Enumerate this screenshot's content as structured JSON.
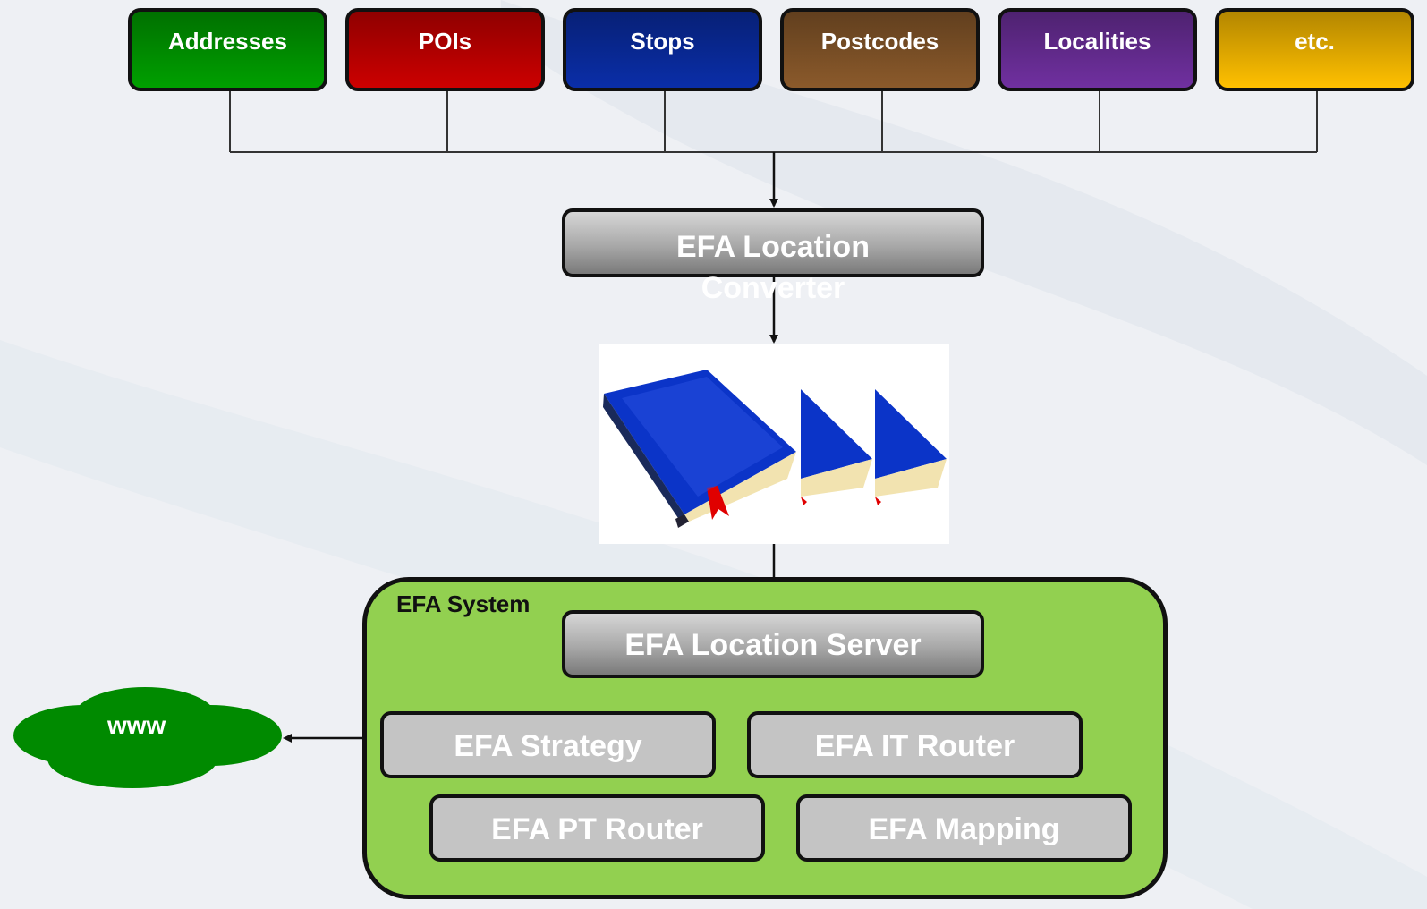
{
  "sources": [
    {
      "label": "Addresses",
      "color": "#00a000"
    },
    {
      "label": "POIs",
      "color": "#cc0000"
    },
    {
      "label": "Stops",
      "color": "#0a2ea8"
    },
    {
      "label": "Postcodes",
      "color": "#8b5a2b"
    },
    {
      "label": "Localities",
      "color": "#7030a0"
    },
    {
      "label": "etc.",
      "color": "#ffc000"
    }
  ],
  "converter": {
    "line1": "EFA Location",
    "line2": "Converter"
  },
  "system": {
    "title": "EFA System",
    "location_server": "EFA Location Server",
    "strategy": "EFA Strategy",
    "it_router": "EFA IT Router",
    "pt_router": "EFA PT Router",
    "mapping": "EFA Mapping",
    "fill_color": "#92d050"
  },
  "www": {
    "label": "www",
    "color": "#008a00"
  }
}
